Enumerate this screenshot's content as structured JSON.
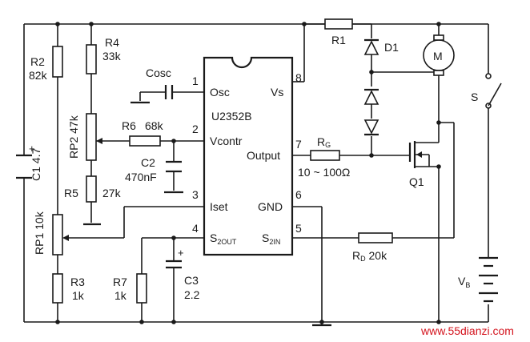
{
  "ic": {
    "name": "U2352B",
    "pins": {
      "osc": {
        "num": "1",
        "label": "Osc"
      },
      "vcontr": {
        "num": "2",
        "label": "Vcontr"
      },
      "iset": {
        "num": "3",
        "label": "Iset"
      },
      "s2out": {
        "num": "4",
        "label_main": "S",
        "label_sub": "2OUT"
      },
      "gnd": {
        "num": "6",
        "label": "GND"
      },
      "s2in": {
        "num": "5",
        "label_main": "S",
        "label_sub": "2IN"
      },
      "output": {
        "num": "7",
        "label": "Output"
      },
      "vs": {
        "num": "8",
        "label": "Vs"
      }
    }
  },
  "components": {
    "r2": {
      "ref": "R2",
      "value": "82k"
    },
    "r4": {
      "ref": "R4",
      "value": "33k"
    },
    "rp2": {
      "ref": "RP2",
      "value": "47k"
    },
    "r5": {
      "ref": "R5",
      "value": "27k"
    },
    "r6": {
      "ref": "R6",
      "value": "68k"
    },
    "c2": {
      "ref": "C2",
      "value": "470nF"
    },
    "cosc": {
      "ref": "Cosc"
    },
    "c1": {
      "ref": "C1",
      "value": "4.7",
      "polarity": "+"
    },
    "rp1": {
      "ref": "RP1",
      "value": "10k"
    },
    "r3": {
      "ref": "R3",
      "value": "1k"
    },
    "r7": {
      "ref": "R7",
      "value": "1k"
    },
    "c3": {
      "ref": "C3",
      "value": "2.2",
      "polarity": "+"
    },
    "r1": {
      "ref": "R1"
    },
    "d1": {
      "ref": "D1"
    },
    "motor": {
      "ref": "M"
    },
    "switch": {
      "ref": "S"
    },
    "rg": {
      "ref_main": "R",
      "ref_sub": "G",
      "value": "10 ~ 100Ω"
    },
    "q1": {
      "ref": "Q1"
    },
    "rd": {
      "ref_main": "R",
      "ref_sub": "D",
      "value": "20k"
    },
    "vb": {
      "ref_main": "V",
      "ref_sub": "B"
    }
  },
  "watermark": "www.55dianzi.com"
}
